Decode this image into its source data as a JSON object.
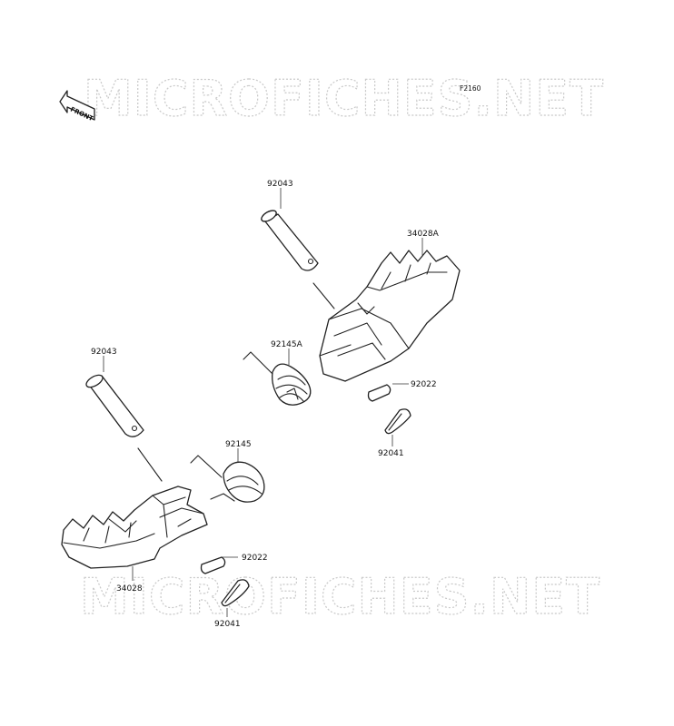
{
  "ref_code": "F2160",
  "watermark": "MICROFICHES.NET",
  "front_label": "FRONT",
  "parts": {
    "pin_upper": "92043",
    "step_right": "34028A",
    "spring_right": "92145A",
    "washer_right": "92022",
    "cotter_right": "92041",
    "pin_lower": "92043",
    "spring_left": "92145",
    "step_left": "34028",
    "washer_left": "92022",
    "cotter_left": "92041"
  }
}
